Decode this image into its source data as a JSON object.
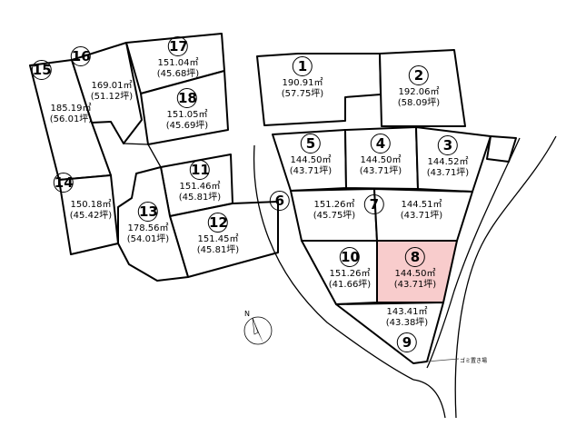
{
  "lots": [
    {
      "id": "lot-1",
      "number": "1",
      "area": "190.91㎡",
      "tsubo": "(57.75坪)"
    },
    {
      "id": "lot-2",
      "number": "2",
      "area": "192.06㎡",
      "tsubo": "(58.09坪)"
    },
    {
      "id": "lot-3",
      "number": "3",
      "area": "144.52㎡",
      "tsubo": "(43.71坪)"
    },
    {
      "id": "lot-4",
      "number": "4",
      "area": "144.50㎡",
      "tsubo": "(43.71坪)"
    },
    {
      "id": "lot-5",
      "number": "5",
      "area": "144.50㎡",
      "tsubo": "(43.71坪)"
    },
    {
      "id": "lot-6",
      "number": "6",
      "area": "151.26㎡",
      "tsubo": "(45.75坪)"
    },
    {
      "id": "lot-7",
      "number": "7",
      "area": "144.51㎡",
      "tsubo": "(43.71坪)"
    },
    {
      "id": "lot-8",
      "number": "8",
      "area": "144.50㎡",
      "tsubo": "(43.71坪)",
      "highlighted": true
    },
    {
      "id": "lot-9",
      "number": "9",
      "area": "143.41㎡",
      "tsubo": "(43.38坪)"
    },
    {
      "id": "lot-10",
      "number": "10",
      "area": "151.26㎡",
      "tsubo": "(41.66坪)"
    },
    {
      "id": "lot-11",
      "number": "11",
      "area": "151.46㎡",
      "tsubo": "(45.81坪)"
    },
    {
      "id": "lot-12",
      "number": "12",
      "area": "151.45㎡",
      "tsubo": "(45.81坪)"
    },
    {
      "id": "lot-13",
      "number": "13",
      "area": "178.56㎡",
      "tsubo": "(54.01坪)"
    },
    {
      "id": "lot-14",
      "number": "14",
      "area": "150.18㎡",
      "tsubo": "(45.42坪)"
    },
    {
      "id": "lot-15",
      "number": "15",
      "area": "185.19㎡",
      "tsubo": "(56.01坪)"
    },
    {
      "id": "lot-16",
      "number": "16",
      "area": "169.01㎡",
      "tsubo": "(51.12坪)"
    },
    {
      "id": "lot-17",
      "number": "17",
      "area": "151.04㎡",
      "tsubo": "(45.68坪)"
    },
    {
      "id": "lot-18",
      "number": "18",
      "area": "151.05㎡",
      "tsubo": "(45.69坪)"
    }
  ],
  "garbage_note": "ゴミ置き場",
  "compass": {
    "label": "N"
  },
  "colors": {
    "highlight": "#f8cccc",
    "line": "#000000",
    "background": "#ffffff"
  }
}
